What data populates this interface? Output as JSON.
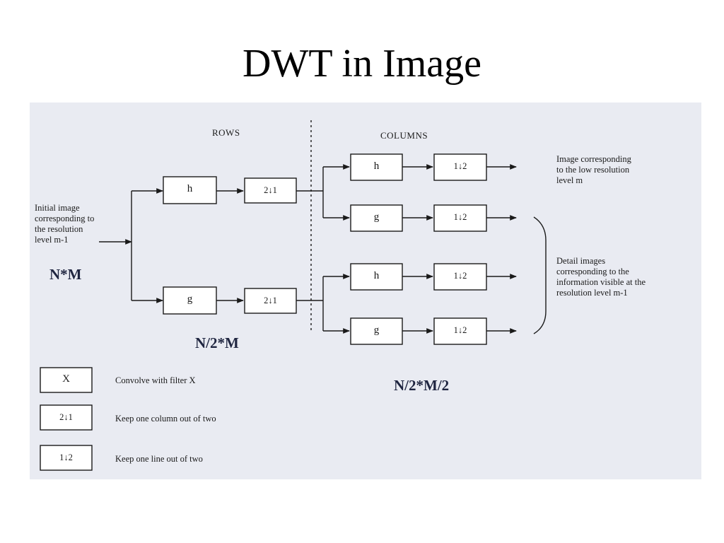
{
  "title": "DWT in Image",
  "headers": {
    "rows": "ROWS",
    "columns": "COLUMNS"
  },
  "input_label": [
    "Initial image",
    "corresponding to",
    "the resolution",
    "level m-1"
  ],
  "filters": {
    "h": "h",
    "g": "g"
  },
  "downsample_rows": "2↓1",
  "downsample_cols": "1↓2",
  "low_output": [
    "Image corresponding",
    "to the low resolution",
    "level m"
  ],
  "detail_output": [
    "Detail images",
    "corresponding to the",
    "information visible at the",
    "resolution level m-1"
  ],
  "dimensions": {
    "input": "N*M",
    "after_rows": "N/2*M",
    "after_cols": "N/2*M/2"
  },
  "legend": [
    {
      "symbol": "X",
      "text": "Convolve with filter X"
    },
    {
      "symbol": "2↓1",
      "text": "Keep one column out of two"
    },
    {
      "symbol": "1↓2",
      "text": "Keep one line out of two"
    }
  ]
}
